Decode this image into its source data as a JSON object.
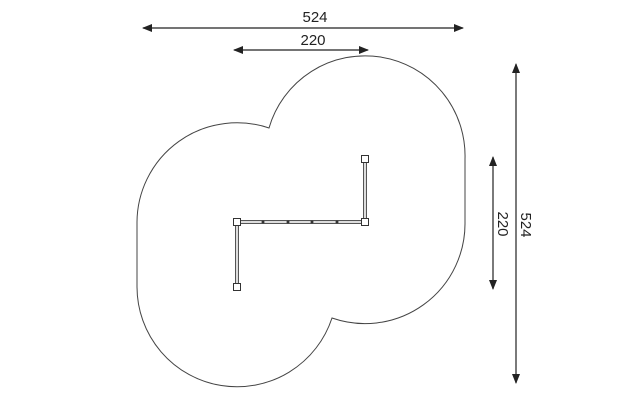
{
  "dimensions": {
    "overall_width": "524",
    "inner_width": "220",
    "overall_height": "524",
    "inner_height": "220"
  },
  "colors": {
    "line": "#333333",
    "arrow": "#222222",
    "frame": "#555555"
  }
}
